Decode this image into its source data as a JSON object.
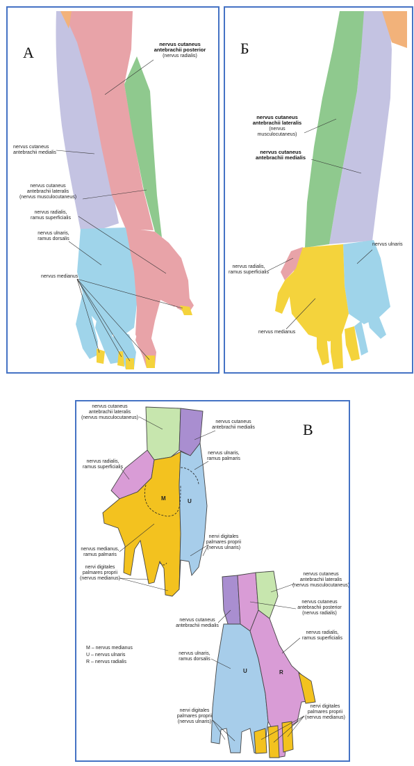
{
  "colors": {
    "radial": "#e8a3a8",
    "radial_panel_c": "#d99cd6",
    "musculocutaneous": "#8fc98e",
    "musculocutaneous_panel_c": "#c7e6ae",
    "medial_cutaneous": "#c4c3e2",
    "medial_cutaneous_panel_c": "#a98ed0",
    "ulnar": "#9fd4ea",
    "ulnar_panel_c": "#a7cdea",
    "median": "#f4d33c",
    "median_panel_c": "#f3c21f",
    "border": "#4472c4"
  },
  "panel_a": {
    "letter": "А",
    "labels": {
      "posterior_l1": "nervus cutaneus",
      "posterior_l2": "antebrachii posterior",
      "posterior_l3": "(nervus radialis)",
      "medialis_l1": "nervus cutaneus",
      "medialis_l2": "antebrachii medialis",
      "lateralis_l1": "nervus cutaneus",
      "lateralis_l2": "antebrachii lateralis",
      "lateralis_l3": "(nervus musculocutaneus)",
      "radialis_l1": "nervus radialis,",
      "radialis_l2": "ramus superficialis",
      "ulnaris_l1": "nervus ulnaris,",
      "ulnaris_l2": "ramus dorsalis",
      "medianus": "nervus medianus"
    }
  },
  "panel_b": {
    "letter": "Б",
    "labels": {
      "lateralis_l1": "nervus cutaneus",
      "lateralis_l2": "antebrachii lateralis",
      "lateralis_l3": "(nervus",
      "lateralis_l4": "musculocutaneus)",
      "medialis_l1": "nervus cutaneus",
      "medialis_l2": "antebrachii medialis",
      "ulnaris": "nervus ulnaris",
      "radialis_l1": "nervus radialis,",
      "radialis_l2": "ramus superficialis",
      "medianus": "nervus medianus"
    }
  },
  "panel_c": {
    "letter": "В",
    "region_m": "M",
    "region_u": "U",
    "region_r": "R",
    "labels": {
      "top_lat_l1": "nervus cutaneus",
      "top_lat_l2": "antebrachii lateralis",
      "top_lat_l3": "(nervus musculocutaneus)",
      "top_med_l1": "nervus cutaneus",
      "top_med_l2": "antebrachii medialis",
      "top_rad_l1": "nervus radialis,",
      "top_rad_l2": "ramus superficialis",
      "top_uln_l1": "nervus ulnaris,",
      "top_uln_l2": "ramus palmaris",
      "top_dig_uln_l1": "nervi digitales",
      "top_dig_uln_l2": "palmares proprii",
      "top_dig_uln_l3": "(nervus ulnaris)",
      "top_med_palm_l1": "nervus medianus,",
      "top_med_palm_l2": "ramus palmaris",
      "top_dig_med_l1": "nervi digitales",
      "top_dig_med_l2": "palmares proprii",
      "top_dig_med_l3": "(nervus medianus)",
      "bot_lat_l1": "nervus cutaneus",
      "bot_lat_l2": "antebrachii lateralis",
      "bot_lat_l3": "(nervus musculocutaneus)",
      "bot_post_l1": "nervus cutaneus",
      "bot_post_l2": "antebrachii posterior",
      "bot_post_l3": "(nervus radialis)",
      "bot_med_l1": "nervus cutaneus",
      "bot_med_l2": "antebrachii medialis",
      "bot_rad_l1": "nervus radialis,",
      "bot_rad_l2": "ramus superficialis",
      "bot_uln_l1": "nervus ulnaris,",
      "bot_uln_l2": "ramus dorsalis",
      "bot_dig_uln_l1": "nervi digitales",
      "bot_dig_uln_l2": "palmares proprii",
      "bot_dig_uln_l3": "(nervus ulnaris)",
      "bot_dig_med_l1": "nervi digitales",
      "bot_dig_med_l2": "palmares proprii",
      "bot_dig_med_l3": "(nervus medianus)"
    },
    "legend": {
      "m": "M – nervus medianus",
      "u": "U – nervus ulnaris",
      "r": "R – nervus radialis"
    }
  }
}
